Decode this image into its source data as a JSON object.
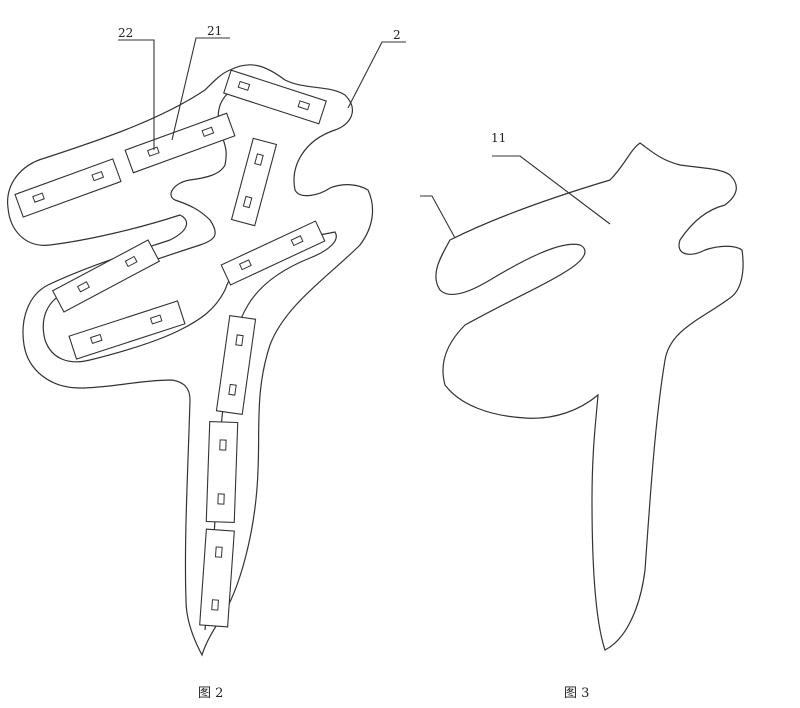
{
  "figure2": {
    "caption": "图 2",
    "labels": {
      "housing": "2",
      "plate": "21",
      "hole": "22"
    }
  },
  "figure3": {
    "caption": "图 3",
    "labels": {
      "character": "11"
    }
  }
}
